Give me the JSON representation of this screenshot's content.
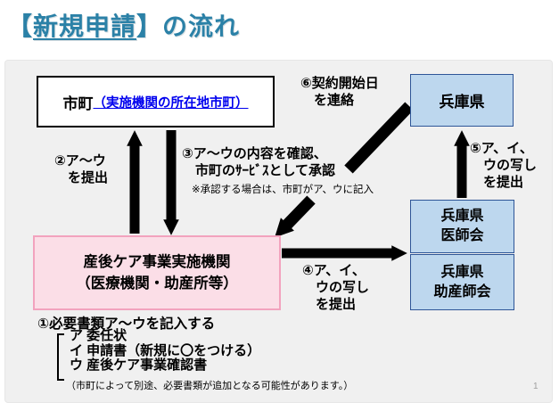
{
  "title": {
    "prefix": "【",
    "emphasis": "新規申請",
    "suffix": "】の流れ"
  },
  "boxes": {
    "city": {
      "name": "市町",
      "link": "（実施機関の所在地市町）"
    },
    "prefecture": {
      "name": "兵庫県"
    },
    "medical_assoc": {
      "name": "兵庫県\n医師会"
    },
    "midwife_assoc": {
      "name": "兵庫県\n助産師会"
    },
    "provider": {
      "name": "産後ケア事業実施機関\n（医療機関・助産所等）"
    }
  },
  "steps": {
    "step1": {
      "heading": "①必要書類ア～ウを記入する",
      "items": "ア 委任状\nイ 申請書（新規に〇をつける）\nウ 産後ケア事業確認書",
      "note": "（市町によって別途、必要書類が追加となる可能性があります。）"
    },
    "step2": {
      "label": "②ア～ウ\n　を提出"
    },
    "step3": {
      "label": "③ア～ウの内容を確認、\n　市町のｻｰﾋﾞｽとして承認",
      "note": "※承認する場合は、市町がア、ウに記入"
    },
    "step4": {
      "label": "④ア、イ、\n　ウの写し\n　を提出"
    },
    "step5": {
      "label": "⑤ア、イ、\n　ウの写し\n　を提出"
    },
    "step6": {
      "label": "⑥契約開始日\n　を連絡"
    }
  },
  "footer": {
    "page_number": "1"
  },
  "colors": {
    "title": "#2B81A7",
    "link": "#0000EE",
    "panel_bg": "#F0F0F0",
    "box_blue_fill": "#BDD7EE",
    "box_blue_border": "#2E5597",
    "box_pink_fill": "#FBDEE7",
    "box_pink_border": "#F2A3BE",
    "arrow": "#000000",
    "page_number": "#9E9E9E"
  }
}
